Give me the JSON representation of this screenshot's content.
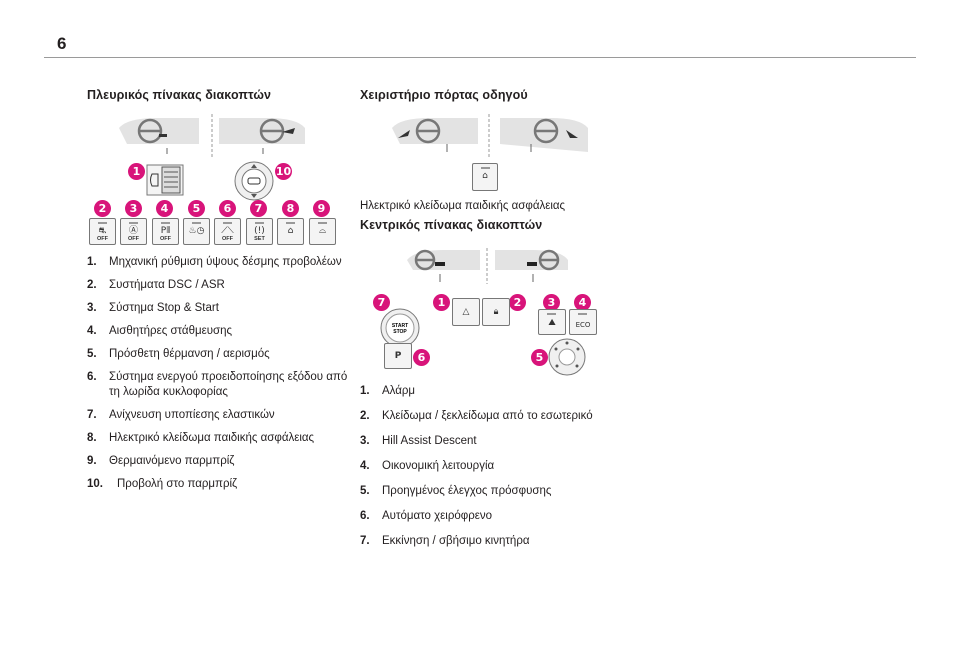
{
  "page_number": "6",
  "left": {
    "heading": "Πλευρικός πίνακας διακοπτών",
    "items": [
      {
        "n": "1.",
        "text": "Μηχανική ρύθμιση ύψους δέσμης προβολέων"
      },
      {
        "n": "2.",
        "text": "Συστήματα DSC / ASR"
      },
      {
        "n": "3.",
        "text": "Σύστημα Stop & Start"
      },
      {
        "n": "4.",
        "text": "Αισθητήρες στάθμευσης"
      },
      {
        "n": "5.",
        "text": "Πρόσθετη θέρμανση / αερισμός"
      },
      {
        "n": "6.",
        "text": "Σύστημα ενεργού προειδοποίησης εξόδου από τη λωρίδα κυκλοφορίας"
      },
      {
        "n": "7.",
        "text": "Ανίχνευση υποπίεσης ελαστικών"
      },
      {
        "n": "8.",
        "text": "Ηλεκτρικό κλείδωμα παιδικής ασφάλειας"
      },
      {
        "n": "9.",
        "text": "Θερμαινόμενο παρμπρίζ"
      },
      {
        "n": "10.",
        "text": "Προβολή στο παρμπρίζ"
      }
    ],
    "badges": [
      "1",
      "2",
      "3",
      "4",
      "5",
      "6",
      "7",
      "8",
      "9",
      "10"
    ],
    "button_labels": [
      "OFF",
      "OFF",
      "OFF",
      "",
      "OFF",
      "SET",
      "",
      ""
    ]
  },
  "right": {
    "heading_door": "Χειριστήριο πόρτας οδηγού",
    "door_caption": "Ηλεκτρικό κλείδωμα παιδικής ασφάλειας",
    "heading_center": "Κεντρικός πίνακας διακοπτών",
    "items": [
      {
        "n": "1.",
        "text": "Αλάρμ"
      },
      {
        "n": "2.",
        "text": "Κλείδωμα / ξεκλείδωμα από το εσωτερικό"
      },
      {
        "n": "3.",
        "text": "Hill Assist Descent"
      },
      {
        "n": "4.",
        "text": "Οικονομική λειτουργία"
      },
      {
        "n": "5.",
        "text": "Προηγμένος έλεγχος πρόσφυσης"
      },
      {
        "n": "6.",
        "text": "Αυτόματο χειρόφρενο"
      },
      {
        "n": "7.",
        "text": "Εκκίνηση / σβήσιμο κινητήρα"
      }
    ],
    "badges": [
      "7",
      "1",
      "2",
      "3",
      "4",
      "6",
      "5"
    ],
    "start_label": "START\nSTOP",
    "eco_label": "ECO",
    "park_label": "P"
  },
  "colors": {
    "badge": "#d8147a",
    "rule": "#9a9a9a"
  },
  "icons": [
    "steering-wheel-icon",
    "headlamp-icon",
    "child-lock-icon",
    "hazard-icon",
    "lock-icon",
    "park-brake-icon",
    "start-stop-icon",
    "hill-descent-icon",
    "eco-icon",
    "grip-control-icon"
  ]
}
